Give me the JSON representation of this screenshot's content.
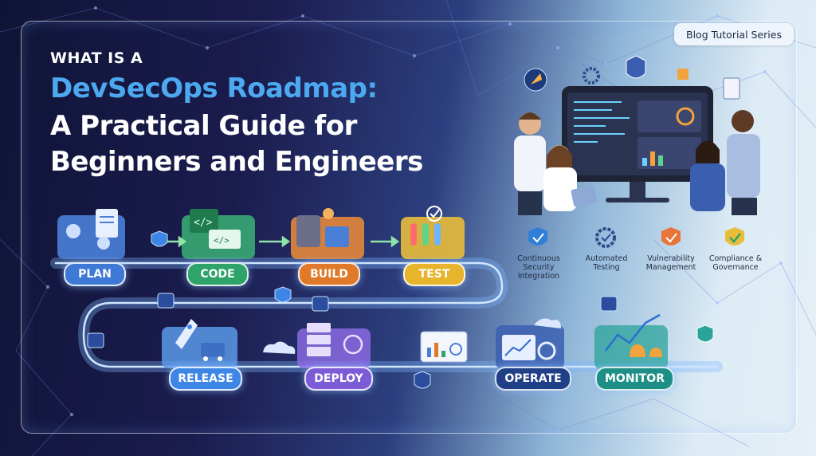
{
  "header": {
    "kicker": "WHAT IS A",
    "title_highlight": "DevSecOps Roadmap:",
    "title_line2": "A Practical Guide for",
    "title_line3": "Beginners and Engineers"
  },
  "badge": {
    "label": "Blog Tutorial Series"
  },
  "stages": [
    {
      "label": "PLAN",
      "color": "#3f79d6"
    },
    {
      "label": "CODE",
      "color": "#2ea36a"
    },
    {
      "label": "BUILD",
      "color": "#e07a2a"
    },
    {
      "label": "TEST",
      "color": "#e7b52b"
    },
    {
      "label": "RELEASE",
      "color": "#3d86e6"
    },
    {
      "label": "DEPLOY",
      "color": "#7b5bd6"
    },
    {
      "label": "OPERATE",
      "color": "#1f3f86"
    },
    {
      "label": "MONITOR",
      "color": "#1d8f86"
    }
  ],
  "security_features": [
    {
      "label": "Continuous Security Integration",
      "icon": "shield-check-icon"
    },
    {
      "label": "Automated Testing",
      "icon": "gear-check-icon"
    },
    {
      "label": "Vulnerability Management",
      "icon": "shield-warning-icon"
    },
    {
      "label": "Compliance & Governance",
      "icon": "shield-check-icon"
    }
  ],
  "colors": {
    "highlight": "#4ca8ef",
    "background_dark": "#0f1436",
    "background_light": "#e6f0f6"
  }
}
